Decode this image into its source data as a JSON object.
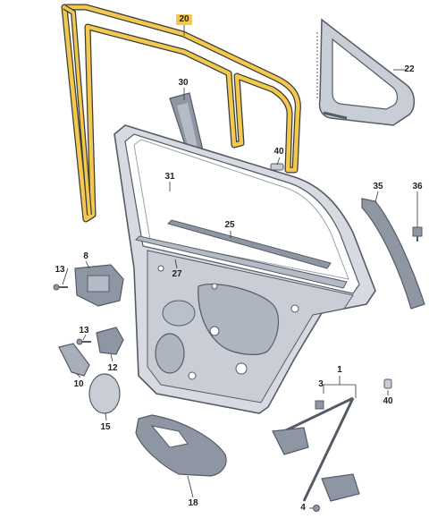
{
  "diagram": {
    "colors": {
      "outline": "#555b66",
      "part_fill": "#c9ced6",
      "part_dark": "#8e96a3",
      "highlight_seal": "#f2c94c",
      "highlight_callout_bg": "#f2c94c",
      "leader": "#333333"
    },
    "callouts": [
      {
        "id": "20",
        "label": "20",
        "highlighted": true
      },
      {
        "id": "22",
        "label": "22"
      },
      {
        "id": "30",
        "label": "30"
      },
      {
        "id": "40a",
        "label": "40"
      },
      {
        "id": "31",
        "label": "31"
      },
      {
        "id": "35",
        "label": "35"
      },
      {
        "id": "36",
        "label": "36"
      },
      {
        "id": "25",
        "label": "25"
      },
      {
        "id": "8",
        "label": "8"
      },
      {
        "id": "13a",
        "label": "13"
      },
      {
        "id": "27",
        "label": "27"
      },
      {
        "id": "13b",
        "label": "13"
      },
      {
        "id": "12",
        "label": "12"
      },
      {
        "id": "10",
        "label": "10"
      },
      {
        "id": "15",
        "label": "15"
      },
      {
        "id": "1",
        "label": "1"
      },
      {
        "id": "3",
        "label": "3"
      },
      {
        "id": "40b",
        "label": "40"
      },
      {
        "id": "18",
        "label": "18"
      },
      {
        "id": "4",
        "label": "4"
      }
    ]
  }
}
